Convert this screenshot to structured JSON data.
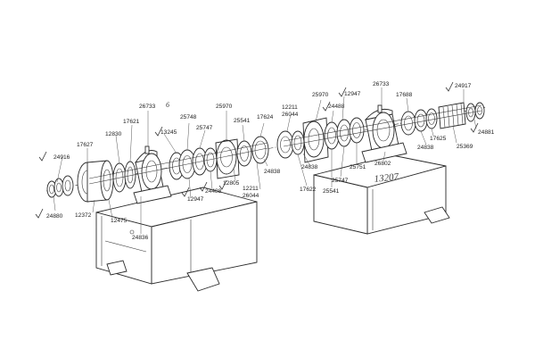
{
  "labels": [
    {
      "id": "lbl-24916",
      "text": "24916"
    },
    {
      "id": "lbl-24880",
      "text": "24880"
    },
    {
      "id": "lbl-17627",
      "text": "17627"
    },
    {
      "id": "lbl-12372",
      "text": "12372"
    },
    {
      "id": "lbl-12830",
      "text": "12830"
    },
    {
      "id": "lbl-17621",
      "text": "17621"
    },
    {
      "id": "lbl-12475",
      "text": "12475"
    },
    {
      "id": "lbl-24836",
      "text": "24836"
    },
    {
      "id": "lbl-26733-left",
      "text": "26733"
    },
    {
      "id": "lbl-13245",
      "text": "13245"
    },
    {
      "id": "lbl-25748",
      "text": "25748"
    },
    {
      "id": "lbl-25747-left",
      "text": "25747"
    },
    {
      "id": "lbl-25970-left",
      "text": "25970"
    },
    {
      "id": "lbl-24488-left",
      "text": "24488"
    },
    {
      "id": "lbl-12947-left",
      "text": "12947"
    },
    {
      "id": "lbl-25541-left",
      "text": "25541"
    },
    {
      "id": "lbl-12805",
      "text": "12805"
    },
    {
      "id": "lbl-17624",
      "text": "17624"
    },
    {
      "id": "lbl-12211-left",
      "text": "12211"
    },
    {
      "id": "lbl-26044-left",
      "text": "26044"
    },
    {
      "id": "lbl-24838-left",
      "text": "24838"
    },
    {
      "id": "lbl-12211-right",
      "text": "12211"
    },
    {
      "id": "lbl-26044-right",
      "text": "26044"
    },
    {
      "id": "lbl-24838-mid",
      "text": "24838"
    },
    {
      "id": "lbl-17622",
      "text": "17622"
    },
    {
      "id": "lbl-25970-right",
      "text": "25970"
    },
    {
      "id": "lbl-12947-right",
      "text": "12947"
    },
    {
      "id": "lbl-24488-right",
      "text": "24488"
    },
    {
      "id": "lbl-25541-right",
      "text": "25541"
    },
    {
      "id": "lbl-25747-right",
      "text": "25747"
    },
    {
      "id": "lbl-25751",
      "text": "25751"
    },
    {
      "id": "lbl-26733-right",
      "text": "26733"
    },
    {
      "id": "lbl-26802",
      "text": "26802"
    },
    {
      "id": "lbl-17688",
      "text": "17688"
    },
    {
      "id": "lbl-24838-right",
      "text": "24838"
    },
    {
      "id": "lbl-17625",
      "text": "17625"
    },
    {
      "id": "lbl-24917",
      "text": "24917"
    },
    {
      "id": "lbl-25369",
      "text": "25369"
    },
    {
      "id": "lbl-24881",
      "text": "24881"
    }
  ],
  "handwriting": {
    "note_13207": "13207",
    "mark_near_26733": "6"
  }
}
